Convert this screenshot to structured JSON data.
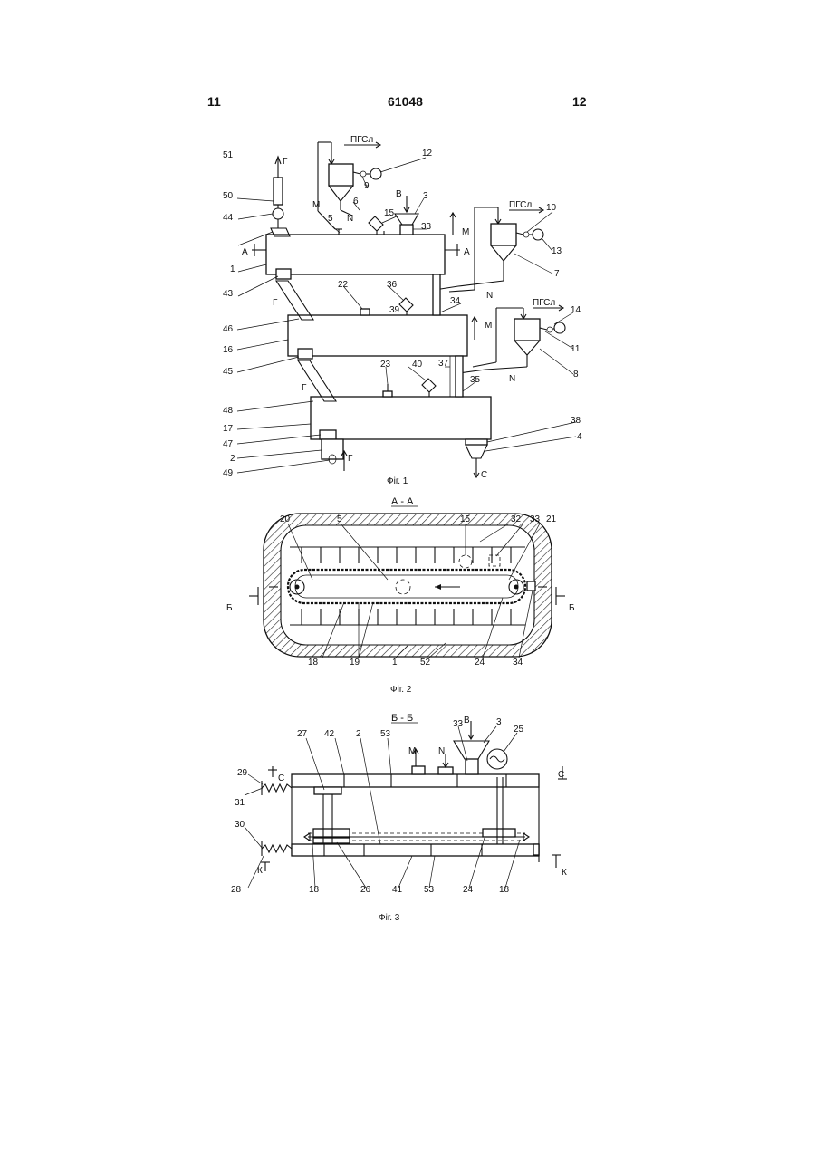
{
  "header": {
    "left": "11",
    "center": "61048",
    "right": "12"
  },
  "fig1": {
    "caption": "Фіг. 1",
    "texts": {
      "pgsl1": "ПГСл",
      "pgsl2": "ПГСл",
      "pgsl3": "ПГСл",
      "G_top": "Г",
      "M1": "М",
      "N1": "N",
      "B1": "В",
      "A_left": "А",
      "A_right": "А",
      "M2": "М",
      "N2": "N",
      "M3": "М",
      "N3": "N",
      "G_43": "Г",
      "G_45": "Г",
      "G_49": "Г",
      "C_out": "С"
    },
    "labels": {
      "n51": "51",
      "n50": "50",
      "n44": "44",
      "n1": "1",
      "n43": "43",
      "n46": "46",
      "n16": "16",
      "n45": "45",
      "n48": "48",
      "n17": "17",
      "n47": "47",
      "n2": "2",
      "n49": "49",
      "n5": "5",
      "n6": "6",
      "n15": "15",
      "n3": "3",
      "n33": "33",
      "n12": "12",
      "n9": "9",
      "n10": "10",
      "n13": "13",
      "n7": "7",
      "n22": "22",
      "n36": "36",
      "n39": "39",
      "n34": "34",
      "n14": "14",
      "n11": "11",
      "n8": "8",
      "n23": "23",
      "n40": "40",
      "n37": "37",
      "n35": "35",
      "n38": "38",
      "n4": "4"
    }
  },
  "fig2": {
    "section_title": "А - А",
    "caption": "Фіг. 2",
    "texts": {
      "B_left": "Б",
      "B_right": "Б"
    },
    "labels": {
      "n20": "20",
      "n5": "5",
      "n15": "15",
      "n32": "32",
      "n33": "33",
      "n21": "21",
      "n18": "18",
      "n19": "19",
      "n1": "1",
      "n52": "52",
      "n24": "24",
      "n34": "34"
    }
  },
  "fig3": {
    "section_title": "Б - Б",
    "caption": "Фіг. 3",
    "texts": {
      "B_in": "В",
      "M": "М",
      "N": "N",
      "C_left": "С",
      "C_right": "С",
      "K_left": "К",
      "K_right": "К"
    },
    "labels": {
      "n27": "27",
      "n42": "42",
      "n2": "2",
      "n53a": "53",
      "n33": "33",
      "n3": "3",
      "n25": "25",
      "n29": "29",
      "n31": "31",
      "n30": "30",
      "n28": "28",
      "n18a": "18",
      "n26": "26",
      "n41": "41",
      "n53b": "53",
      "n24": "24",
      "n18b": "18"
    }
  }
}
